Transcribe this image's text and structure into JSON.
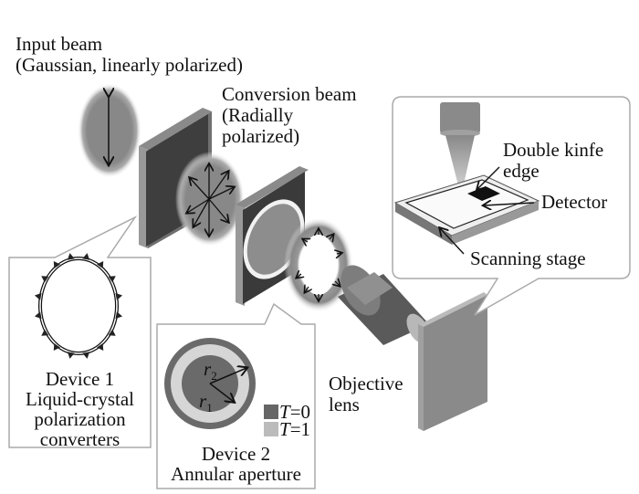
{
  "labels": {
    "input_beam_line1": "Input beam",
    "input_beam_line2": "(Gaussian, linearly polarized)",
    "conversion_beam_line1": "Conversion beam",
    "conversion_beam_line2": "(Radially",
    "conversion_beam_line3": "polarized)",
    "double_knife_line1": "Double kinfe",
    "double_knife_line2": "edge",
    "detector": "Detector",
    "scanning_stage": "Scanning stage",
    "objective_line1": "Objective",
    "objective_line2": "lens"
  },
  "device1": {
    "title": "Device 1",
    "line2": "Liquid-crystal",
    "line3": "polarization",
    "line4": "converters"
  },
  "device2": {
    "title": "Device 2",
    "subtitle": "Annular aperture",
    "r1": "r",
    "r1_sub": "1",
    "r2": "r",
    "r2_sub": "2",
    "legend": [
      {
        "label": "T",
        "eq": "=0",
        "color": "#666666"
      },
      {
        "label": "T",
        "eq": "=1",
        "color": "#bbbbbb"
      }
    ]
  }
}
